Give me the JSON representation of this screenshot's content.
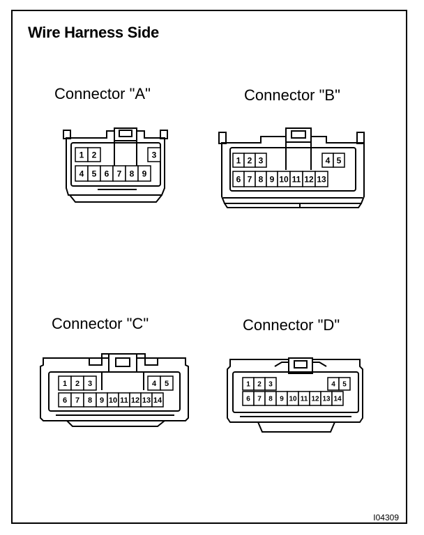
{
  "title": "Wire Harness Side",
  "reference_code": "I04309",
  "connectors": [
    {
      "id": "A",
      "label": "Connector \"A\"",
      "pins": [
        "1",
        "2",
        "3",
        "4",
        "5",
        "6",
        "7",
        "8",
        "9"
      ]
    },
    {
      "id": "B",
      "label": "Connector \"B\"",
      "pins": [
        "1",
        "2",
        "3",
        "4",
        "5",
        "6",
        "7",
        "8",
        "9",
        "10",
        "11",
        "12",
        "13"
      ]
    },
    {
      "id": "C",
      "label": "Connector \"C\"",
      "pins": [
        "1",
        "2",
        "3",
        "4",
        "5",
        "6",
        "7",
        "8",
        "9",
        "10",
        "11",
        "12",
        "13",
        "14"
      ]
    },
    {
      "id": "D",
      "label": "Connector \"D\"",
      "pins": [
        "1",
        "2",
        "3",
        "4",
        "5",
        "6",
        "7",
        "8",
        "9",
        "10",
        "11",
        "12",
        "13",
        "14"
      ]
    }
  ]
}
